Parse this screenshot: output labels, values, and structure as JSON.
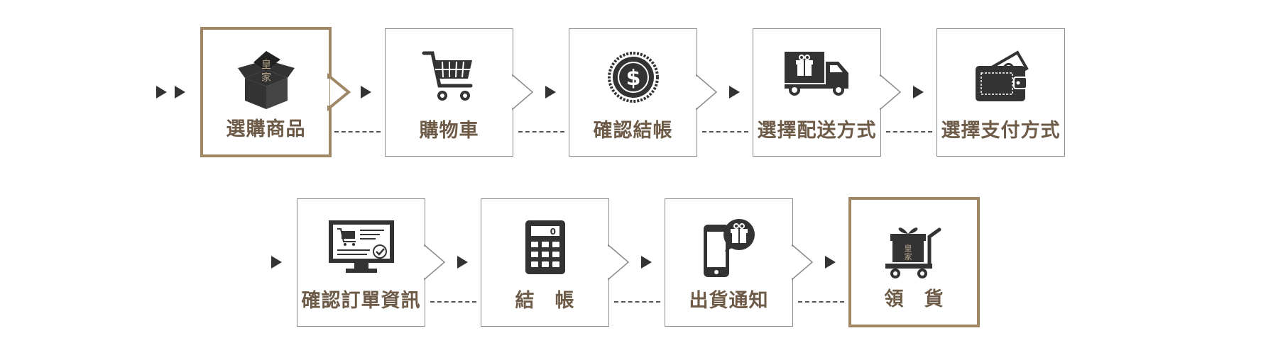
{
  "steps": [
    {
      "label": "選購商品",
      "icon": "open-box-icon"
    },
    {
      "label": "購物車",
      "icon": "shopping-cart-icon"
    },
    {
      "label": "確認結帳",
      "icon": "dollar-badge-icon"
    },
    {
      "label": "選擇配送方式",
      "icon": "delivery-truck-icon"
    },
    {
      "label": "選擇支付方式",
      "icon": "wallet-icon"
    },
    {
      "label": "確認訂單資訊",
      "icon": "monitor-cart-check-icon"
    },
    {
      "label": "結　帳",
      "icon": "calculator-icon"
    },
    {
      "label": "出貨通知",
      "icon": "phone-gift-icon"
    },
    {
      "label": "領　貨",
      "icon": "gift-cart-icon"
    }
  ],
  "colors": {
    "accent": "#a08866",
    "label": "#6d5b48",
    "icon": "#333333",
    "border": "#8a8a8a"
  }
}
